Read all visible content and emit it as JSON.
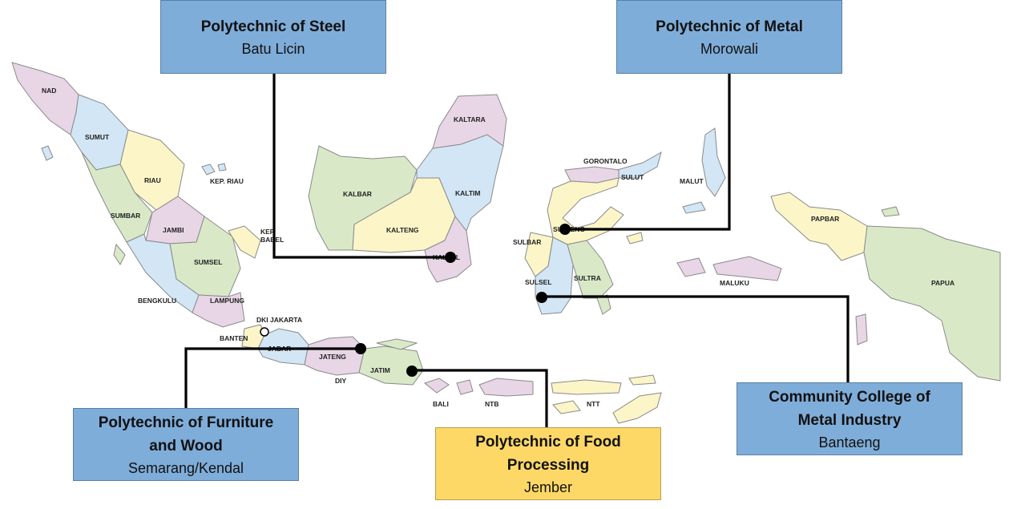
{
  "colors": {
    "box_blue": "#7fadd9",
    "box_yellow": "#fdd867",
    "province_pink": "#e8d6e6",
    "province_blue": "#d2e6f5",
    "province_yellow": "#fbf5c8",
    "province_green": "#d9e9c8",
    "connector": "#000000"
  },
  "institutions": [
    {
      "name": "Polytechnic of Steel",
      "location": "Batu Licin"
    },
    {
      "name": "Polytechnic of Metal",
      "location": "Morowali"
    },
    {
      "name": "Community College of Metal Industry",
      "location": "Bantaeng"
    },
    {
      "name": "Polytechnic of Furniture and Wood",
      "location": "Semarang/Kendal"
    },
    {
      "name": "Polytechnic of Food Processing",
      "location": "Jember"
    }
  ],
  "provinces": {
    "nad": "NAD",
    "sumut": "SUMUT",
    "riau": "RIAU",
    "kep_riau": "KEP. RIAU",
    "sumbar": "SUMBAR",
    "jambi": "JAMBI",
    "kep_babel": "KEP.\nBABEL",
    "sumsel": "SUMSEL",
    "bengkulu": "BENGKULU",
    "lampung": "LAMPUNG",
    "dki_jakarta": "DKI JAKARTA",
    "banten": "BANTEN",
    "jabar": "JABAR",
    "jateng": "JATENG",
    "diy": "DIY",
    "jatim": "JATIM",
    "bali": "BALI",
    "ntb": "NTB",
    "ntt": "NTT",
    "kalbar": "KALBAR",
    "kalteng": "KALTENG",
    "kalsel": "KALSEL",
    "kaltim": "KALTIM",
    "kaltara": "KALTARA",
    "gorontalo": "GORONTALO",
    "sulut": "SULUT",
    "sulteng": "SULTENG",
    "sulbar": "SULBAR",
    "sulsel": "SULSEL",
    "sultra": "SULTRA",
    "malut": "MALUT",
    "maluku": "MALUKU",
    "papbar": "PAPBAR",
    "papua": "PAPUA"
  }
}
